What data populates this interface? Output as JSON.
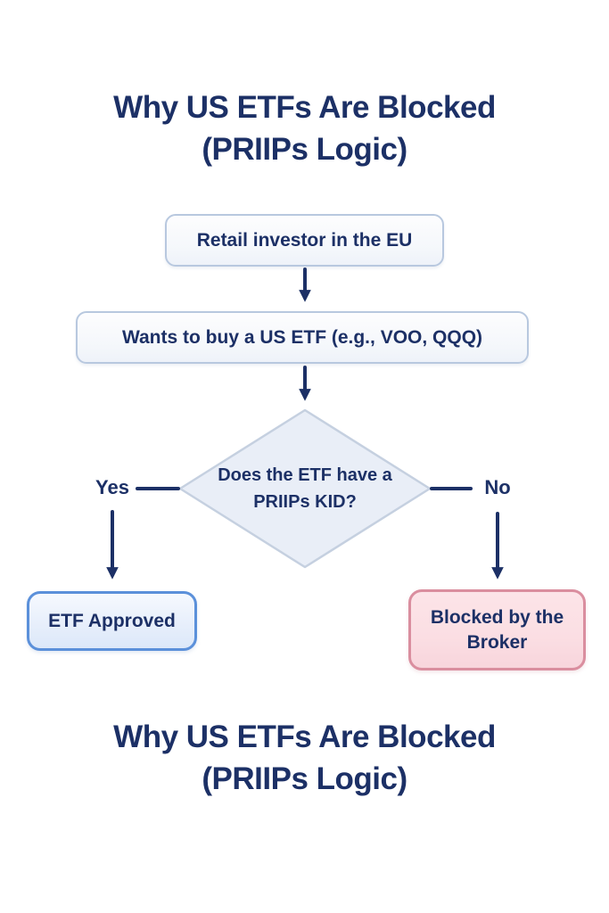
{
  "title_top": {
    "line1": "Why US ETFs Are Blocked",
    "line2": "(PRIIPs Logic)"
  },
  "title_bottom": {
    "line1": "Why US ETFs Are Blocked",
    "line2": "(PRIIPs Logic)"
  },
  "flow": {
    "start_node": "Retail investor in the EU",
    "action_node": "Wants to buy a US ETF (e.g., VOO, QQQ)",
    "decision_node": "Does the ETF have a PRIIPs KID?",
    "yes_label": "Yes",
    "no_label": "No",
    "approved_node": "ETF Approved",
    "blocked_node": "Blocked by the Broker"
  },
  "colors": {
    "text_navy": "#1c3066",
    "arrow_navy": "#1c3066",
    "process_border": "#b8c8df",
    "process_fill": "#f4f7fb",
    "diamond_border": "#c5d0e0",
    "diamond_fill": "#e9eef7",
    "approved_border": "#5b90da",
    "approved_fill": "#e3edfb",
    "blocked_border": "#da8e9f",
    "blocked_fill": "#fbdee3",
    "background": "#ffffff"
  }
}
